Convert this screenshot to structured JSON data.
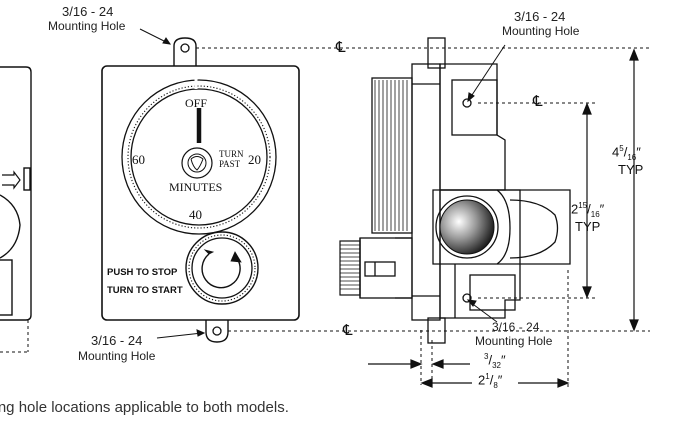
{
  "labels": {
    "top_left_hole": [
      "3/16 - 24",
      "Mounting Hole"
    ],
    "bottom_left_hole": [
      "3/16 - 24",
      "Mounting Hole"
    ],
    "top_right_hole": [
      "3/16 - 24",
      "Mounting Hole"
    ],
    "bottom_right_hole": [
      "3/16 - 24",
      "Mounting Hole"
    ]
  },
  "dial": {
    "off": "OFF",
    "left_num": "60",
    "right_num": "20",
    "bottom_num": "40",
    "turn": "TURN",
    "past": "PAST",
    "minutes": "MINUTES"
  },
  "button": {
    "push": "PUSH TO STOP",
    "turn": "TURN TO START"
  },
  "centerline_symbol": "℄",
  "dimensions": {
    "height_whole": "4",
    "height_num": "5",
    "height_den": "16",
    "height_inch": "″",
    "height_typ": "TYP",
    "hole_whole": "2",
    "hole_num": "15",
    "hole_den": "16",
    "hole_inch": "″",
    "hole_typ": "TYP",
    "small_num": "3",
    "small_den": "32",
    "small_inch": "″",
    "depth_whole": "2",
    "depth_num": "1",
    "depth_den": "8",
    "depth_inch": "″"
  },
  "caption": "nting hole locations applicable to both models."
}
